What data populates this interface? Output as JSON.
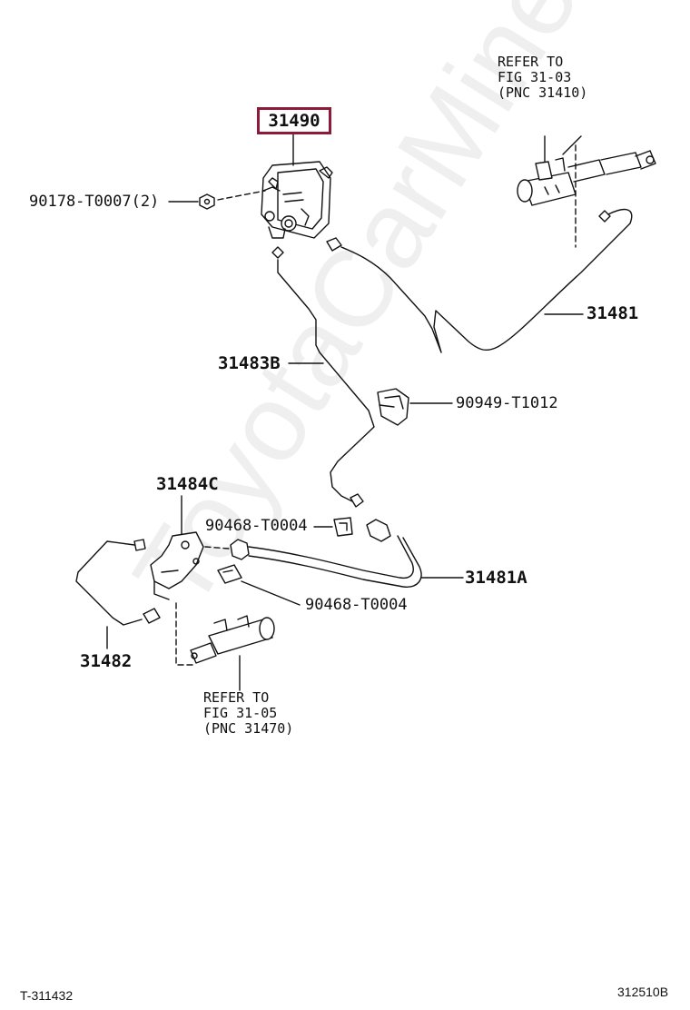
{
  "diagram_ref": "T-311432",
  "figure_id": "312510B",
  "watermark": "ToyotaCarMine.ru",
  "highlighted_part": "31490",
  "parts": {
    "p90178": "90178-T0007(2)",
    "p31481": "31481",
    "p31483B": "31483B",
    "p90949": "90949-T1012",
    "p31484C": "31484C",
    "p90468a": "90468-T0004",
    "p31481A": "31481A",
    "p90468b": "90468-T0004",
    "p31482": "31482"
  },
  "refs": {
    "top": "REFER TO\nFIG 31-03\n(PNC 31410)",
    "bottom": "REFER TO\nFIG 31-05\n(PNC 31470)"
  }
}
